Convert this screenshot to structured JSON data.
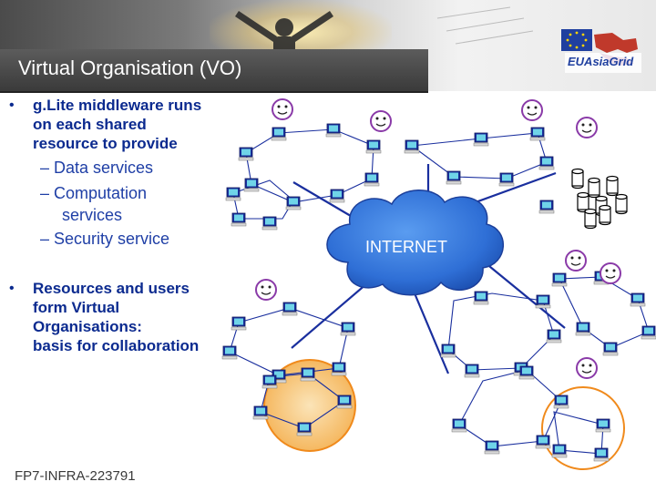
{
  "slide": {
    "title": "Virtual Organisation (VO)",
    "logo_text": "EUAsiaGrid",
    "bullets": [
      {
        "lines": [
          "g.Lite middleware runs",
          "on each shared",
          "resource to provide"
        ],
        "sub_items": [
          "– Data services",
          "– Computation",
          "services",
          "– Security service"
        ]
      },
      {
        "lines": [
          "Resources and users",
          "form Virtual",
          "Organisations:",
          "basis for collaboration"
        ]
      }
    ],
    "cloud_label": "INTERNET",
    "footer": "FP7-INFRA-223791"
  },
  "colors": {
    "title_bar": "#3f3f3f",
    "bullet_text": "#0b2a8f",
    "cloud": "#2f6fd6",
    "highlight": "#f5b860",
    "links": "#1a2f9e"
  }
}
